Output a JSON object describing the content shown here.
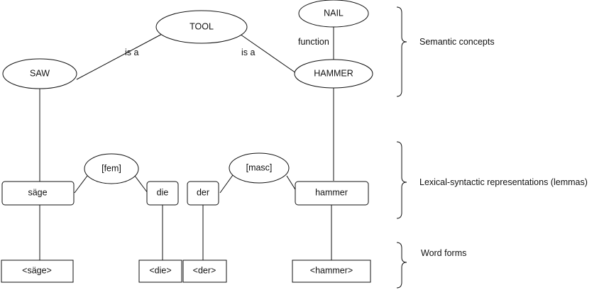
{
  "concepts": {
    "tool": "TOOL",
    "nail": "NAIL",
    "saw": "SAW",
    "hammer": "HAMMER"
  },
  "relations": {
    "saw_is_a": "is a",
    "hammer_is_a": "is a",
    "function": "function"
  },
  "features": {
    "fem": "[fem]",
    "masc": "[masc]"
  },
  "lemmas": {
    "saege": "säge",
    "die": "die",
    "der": "der",
    "hammer": "hammer"
  },
  "word_forms": {
    "saege": "<säge>",
    "die": "<die>",
    "der": "<der>",
    "hammer": "<hammer>"
  },
  "levels": {
    "semantic": "Semantic concepts",
    "lexical": "Lexical-syntactic representations (lemmas)",
    "word_forms": "Word forms"
  }
}
